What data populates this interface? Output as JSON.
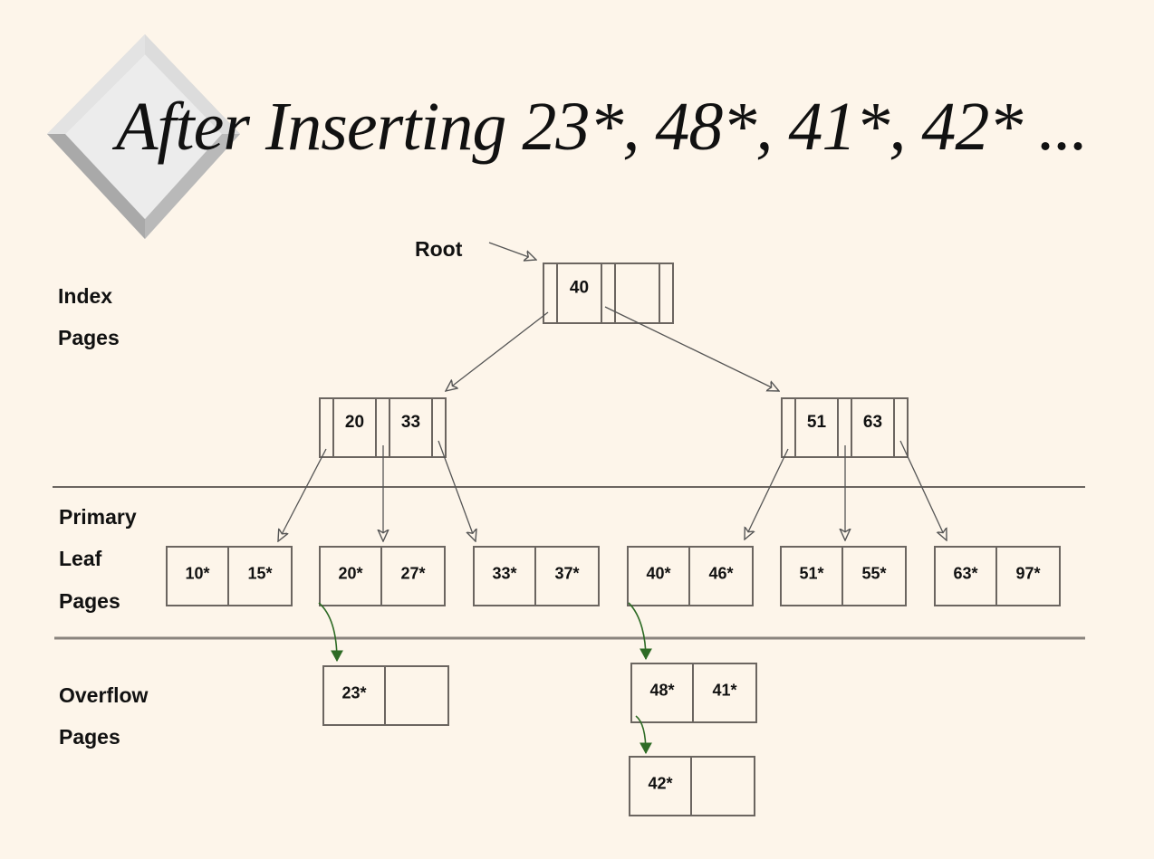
{
  "slide": {
    "title": "After Inserting 23*, 48*, 41*, 42* ...",
    "background_color": "#fdf5ea",
    "decoration": "diamond-bullet-icon"
  },
  "labels": {
    "root": "Root",
    "index_pages": [
      "Index",
      "Pages"
    ],
    "primary_leaf_pages": [
      "Primary",
      "Leaf",
      "Pages"
    ],
    "overflow_pages": [
      "Overflow",
      "Pages"
    ]
  },
  "tree": {
    "root": {
      "keys": [
        "40",
        ""
      ]
    },
    "index_nodes": [
      {
        "id": "left",
        "keys": [
          "20",
          "33"
        ]
      },
      {
        "id": "right",
        "keys": [
          "51",
          "63"
        ]
      }
    ],
    "leaf_pages": [
      {
        "entries": [
          "10*",
          "15*"
        ]
      },
      {
        "entries": [
          "20*",
          "27*"
        ]
      },
      {
        "entries": [
          "33*",
          "37*"
        ]
      },
      {
        "entries": [
          "40*",
          "46*"
        ]
      },
      {
        "entries": [
          "51*",
          "55*"
        ]
      },
      {
        "entries": [
          "63*",
          "97*"
        ]
      }
    ],
    "overflow_pages": [
      {
        "parent_leaf": 1,
        "entries": [
          "23*",
          ""
        ]
      },
      {
        "parent_leaf": 3,
        "entries": [
          "48*",
          "41*"
        ]
      },
      {
        "parent_leaf": 3,
        "chained_from_overflow": 1,
        "entries": [
          "42*",
          ""
        ]
      }
    ]
  },
  "colors": {
    "line": "#6b6560",
    "text": "#111111",
    "overflow_arrow": "#2e6b25",
    "diamond_face": "#ececec",
    "diamond_edge": "#bdbdbd"
  }
}
